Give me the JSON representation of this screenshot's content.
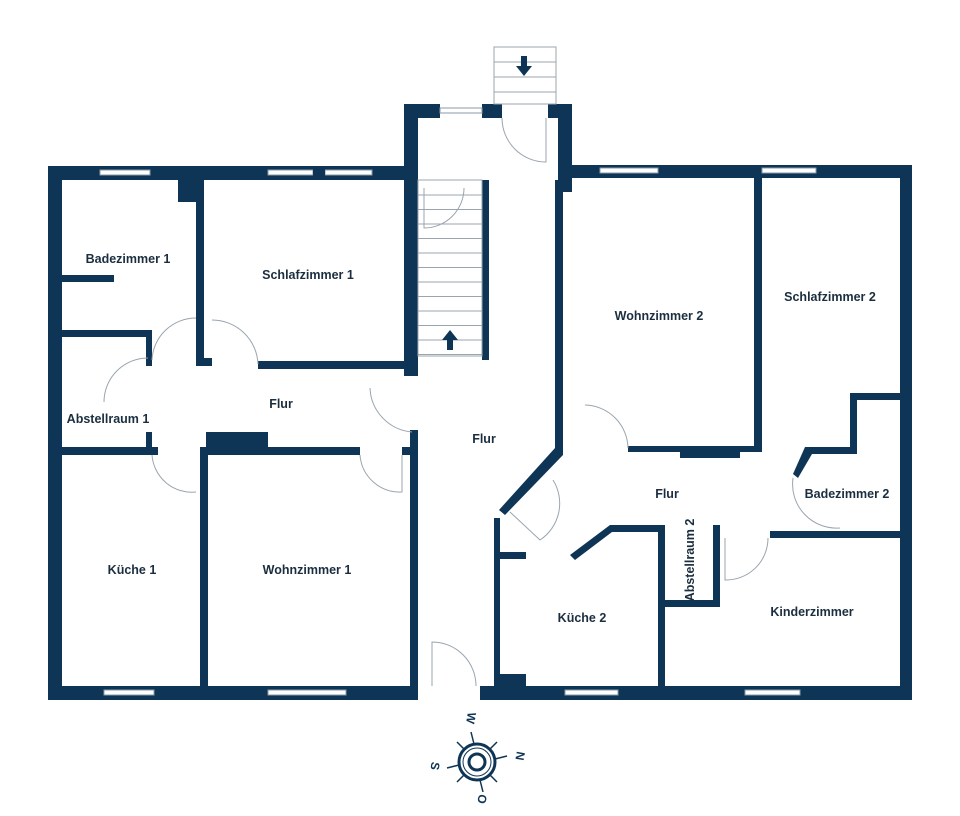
{
  "rooms": {
    "badezimmer1": "Badezimmer 1",
    "schlafzimmer1": "Schlafzimmer 1",
    "abstellraum1": "Abstellraum 1",
    "flur_left": "Flur",
    "flur_center": "Flur",
    "kueche1": "Küche 1",
    "wohnzimmer1": "Wohnzimmer 1",
    "wohnzimmer2": "Wohnzimmer 2",
    "schlafzimmer2": "Schlafzimmer 2",
    "flur_right": "Flur",
    "badezimmer2": "Badezimmer 2",
    "abstellraum2": "Abstellraum 2",
    "kueche2": "Küche 2",
    "kinderzimmer": "Kinderzimmer"
  },
  "compass": {
    "n": "N",
    "s": "S",
    "w": "W",
    "o": "O"
  },
  "colors": {
    "wall": "#0f3556"
  }
}
